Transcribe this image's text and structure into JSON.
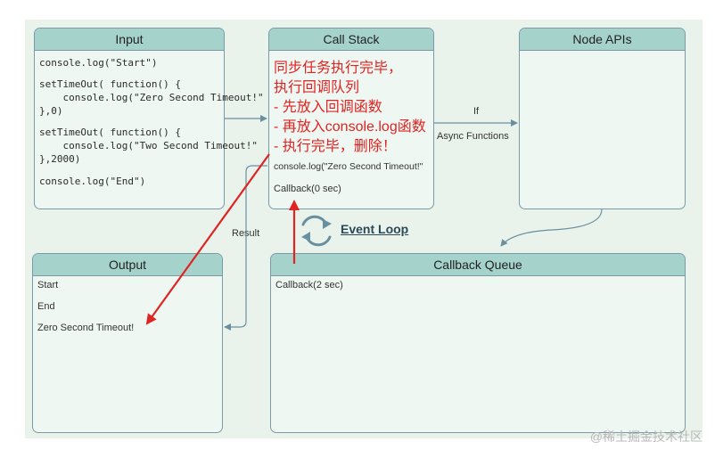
{
  "boxes": {
    "input": {
      "title": "Input"
    },
    "call_stack": {
      "title": "Call Stack"
    },
    "node_apis": {
      "title": "Node APIs"
    },
    "output": {
      "title": "Output"
    },
    "callback_queue": {
      "title": "Callback Queue"
    }
  },
  "input_code": {
    "block1": "console.log(\"Start\")",
    "block2": "setTimeOut( function() {\n    console.log(\"Zero Second Timeout!\"\n},0)",
    "block3": "setTimeOut( function() {\n    console.log(\"Two Second Timeout!\"\n},2000)",
    "block4": "console.log(\"End\")"
  },
  "call_stack_items": {
    "item1": "console.log(\"Zero Second Timeout!\"",
    "item2": "Callback(0 sec)"
  },
  "annotation_lines": [
    "同步任务执行完毕，",
    "执行回调队列",
    "- 先放入回调函数",
    "- 再放入console.log函数",
    "- 执行完毕，删除！"
  ],
  "output_lines": [
    "Start",
    "End",
    "Zero Second Timeout!"
  ],
  "callback_queue_items": [
    "Callback(2 sec)"
  ],
  "labels": {
    "if": "If",
    "async_functions": "Async Functions",
    "result": "Result",
    "event_loop": "Event Loop"
  },
  "watermark": "@稀土掘金技术社区",
  "colors": {
    "box_header": "#a5d3cc",
    "box_border": "#7a9aa6",
    "background": "#e9f3ec",
    "annotation": "#e02424",
    "connector": "#6a8fa0"
  }
}
